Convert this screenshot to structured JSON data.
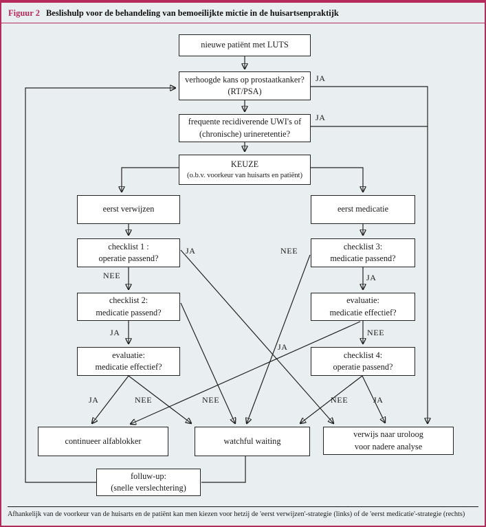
{
  "colors": {
    "accent": "#b42a5a",
    "background": "#e9eef1",
    "line": "#222222",
    "node_fill": "#ffffff"
  },
  "header": {
    "figure_label": "Figuur 2",
    "title": "Beslishulp voor de behandeling van bemoeilijkte mictie in de huisartsenpraktijk"
  },
  "footer": {
    "caption": "Afhankelijk van de voorkeur van de huisarts en de patiënt kan men kiezen voor hetzij de 'eerst verwijzen'-strategie (links) of de 'eerst medicatie'-strategie (rechts)"
  },
  "flowchart": {
    "nodes": {
      "luts": {
        "line1": "nieuwe patiënt met LUTS",
        "line2": ""
      },
      "prostate": {
        "line1": "verhoogde kans op prostaatkanker?",
        "line2": "(RT/PSA)"
      },
      "uwi": {
        "line1": "frequente recidiverende UWI's of",
        "line2": "(chronische) urineretentie?"
      },
      "keuze": {
        "line1": "KEUZE",
        "line2": "(o.b.v. voorkeur van huisarts en patiënt)"
      },
      "verwijzen": {
        "line1": "eerst verwijzen",
        "line2": ""
      },
      "medicatie": {
        "line1": "eerst medicatie",
        "line2": ""
      },
      "checklist1": {
        "line1": "checklist 1 :",
        "line2": "operatie passend?"
      },
      "checklist3": {
        "line1": "checklist 3:",
        "line2": "medicatie passend?"
      },
      "checklist2": {
        "line1": "checklist 2:",
        "line2": "medicatie passend?"
      },
      "evaluatie_r": {
        "line1": "evaluatie:",
        "line2": "medicatie effectief?"
      },
      "evaluatie_l": {
        "line1": "evaluatie:",
        "line2": "medicatie effectief?"
      },
      "checklist4": {
        "line1": "checklist 4:",
        "line2": "operatie passend?"
      },
      "alfablokker": {
        "line1": "continueer alfablokker",
        "line2": ""
      },
      "watchful": {
        "line1": "watchful waiting",
        "line2": ""
      },
      "uroloog": {
        "line1": "verwijs naar uroloog",
        "line2": "voor nadere analyse"
      },
      "followup": {
        "line1": "folluw-up:",
        "line2": "(snelle verslechtering)"
      }
    },
    "labels": {
      "ja_prostate": "JA",
      "ja_uwi": "JA",
      "ja_checklist1": "JA",
      "nee_checklist1": "NEE",
      "nee_checklist3": "NEE",
      "ja_checklist3": "JA",
      "ja_checklist2": "JA",
      "nee_evaluatie_r": "NEE",
      "ja_evaluatie_r": "JA",
      "ja_evaluatie_l": "JA",
      "nee_evaluatie_l": "NEE",
      "nee_checklist2": "NEE",
      "nee_checklist4": "NEE",
      "ja_checklist4": "JA"
    }
  }
}
